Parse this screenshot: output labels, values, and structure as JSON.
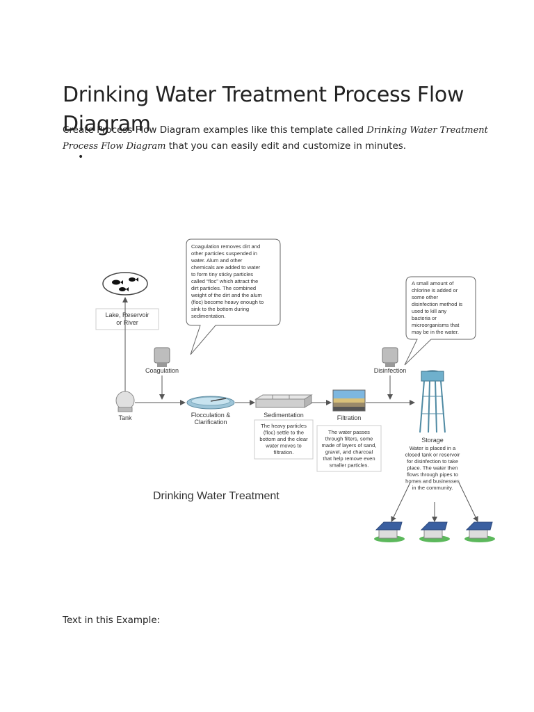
{
  "title": "Drinking Water Treatment Process Flow Diagram",
  "intro": {
    "prefix": "Create Process Flow Diagram examples like this template called",
    "template_name": "Drinking Water Treatment Process Flow Diagram",
    "suffix": "that you can easily edit and customize in minutes."
  },
  "bullet": "•",
  "diagram": {
    "caption": "Drinking Water Treatment",
    "source_label": [
      "Lake, Reservoir",
      "or River"
    ],
    "callout_coagulation": [
      "Coagulation removes dirt and",
      "other particles suspended in",
      "water. Alum and other",
      "chemicals are added to water",
      "to form tiny sticky particles",
      "called “floc” which attract the",
      "dirt particles. The combined",
      "weight of the dirt and the alum",
      "(floc) become heavy enough to",
      "sink to the bottom during",
      "sedimentation."
    ],
    "callout_disinfection": [
      "A small amount of",
      "chlorine is added or",
      "some other",
      "disinfection method is",
      "used to kill any",
      "bacteria or",
      "microorganisms that",
      "may be in the water."
    ],
    "labels": {
      "coagulation": "Coagulation",
      "disinfection": "Disinfection",
      "tank": "Tank",
      "flocculation": [
        "Flocculation &",
        "Clarification"
      ],
      "sedimentation": "Sedimentation",
      "filtration": "Filtration",
      "storage": "Storage"
    },
    "sedimentation_note": [
      "The heavy particles",
      "(floc) settle to the",
      "bottom and the clear",
      "water moves to",
      "filtration."
    ],
    "filtration_note": [
      "The water passes",
      "through filters, some",
      "made of layers of sand,",
      "gravel, and charcoal",
      "that help remove even",
      "smaller particles."
    ],
    "storage_note": [
      "Water is placed in a",
      "closed tank or reservoir",
      "for disinfection to take",
      "place. The water then",
      "flows through pipes to",
      "homes and businesses",
      "in the community."
    ]
  },
  "footer_label": "Text in this Example:",
  "colors": {
    "arrow": "#555555",
    "tank": "#cfcfcf",
    "water": "#4a90b8",
    "roof": "#3a5fa0",
    "grass": "#4caf50"
  }
}
